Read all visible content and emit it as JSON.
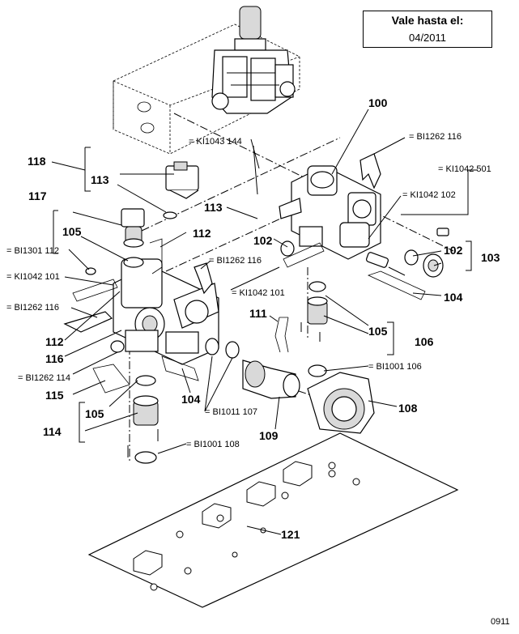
{
  "validity": {
    "title": "Vale hasta el:",
    "date": "04/2011"
  },
  "corner_code": "0911",
  "labels": {
    "c100": "100",
    "c118": "118",
    "c113a": "113",
    "c113b": "113",
    "c117": "117",
    "c105a": "105",
    "c112a": "112",
    "c112b": "112",
    "c102a": "102",
    "c102b": "102",
    "c103": "103",
    "c104a": "104",
    "c104b": "104",
    "c111": "111",
    "c105b": "105",
    "c106": "106",
    "c116": "116",
    "c115": "115",
    "c105c": "105",
    "c114": "114",
    "c108": "108",
    "c109": "109",
    "c121": "121",
    "ki1043_144": "= KI1043 144",
    "bi1262_116_a": "= BI1262 116",
    "ki1042_501": "= KI1042 501",
    "ki1042_102": "= KI1042 102",
    "bi1301_112": "= BI1301 112",
    "bi1262_116_b": "= BI1262 116",
    "ki1042_101_a": "= KI1042 101",
    "ki1042_101_b": "= KI1042 101",
    "bi1262_116_c": "= BI1262 116",
    "bi1262_114": "= BI1262 114",
    "bi1001_106": "= BI1001 106",
    "bi1011_107": "= BI1011 107",
    "bi1001_108": "= BI1001 108"
  }
}
